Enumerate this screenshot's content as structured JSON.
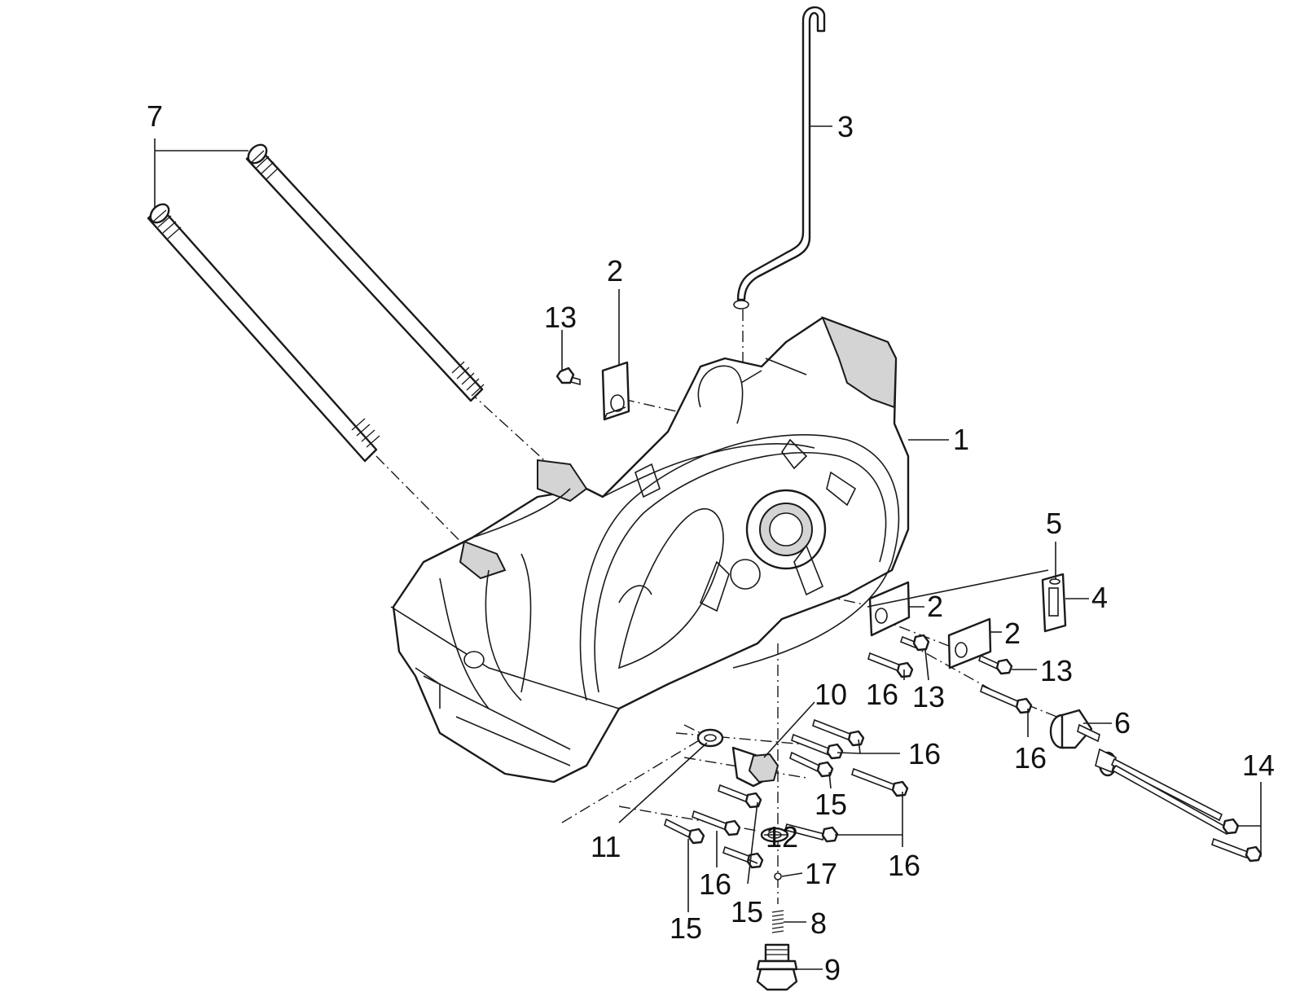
{
  "diagram": {
    "callouts": [
      {
        "id": "c1",
        "label": "1"
      },
      {
        "id": "c2a",
        "label": "2"
      },
      {
        "id": "c2b",
        "label": "2"
      },
      {
        "id": "c2c",
        "label": "2"
      },
      {
        "id": "c3",
        "label": "3"
      },
      {
        "id": "c4",
        "label": "4"
      },
      {
        "id": "c5",
        "label": "5"
      },
      {
        "id": "c6",
        "label": "6"
      },
      {
        "id": "c7",
        "label": "7"
      },
      {
        "id": "c8",
        "label": "8"
      },
      {
        "id": "c9",
        "label": "9"
      },
      {
        "id": "c10",
        "label": "10"
      },
      {
        "id": "c11",
        "label": "11"
      },
      {
        "id": "c12",
        "label": "12"
      },
      {
        "id": "c13a",
        "label": "13"
      },
      {
        "id": "c13b",
        "label": "13"
      },
      {
        "id": "c13c",
        "label": "13"
      },
      {
        "id": "c14",
        "label": "14"
      },
      {
        "id": "c15a",
        "label": "15"
      },
      {
        "id": "c15b",
        "label": "15"
      },
      {
        "id": "c15c",
        "label": "15"
      },
      {
        "id": "c16a",
        "label": "16"
      },
      {
        "id": "c16b",
        "label": "16"
      },
      {
        "id": "c16c",
        "label": "16"
      },
      {
        "id": "c16d",
        "label": "16"
      },
      {
        "id": "c16e",
        "label": "16"
      },
      {
        "id": "c17",
        "label": "17"
      }
    ]
  }
}
